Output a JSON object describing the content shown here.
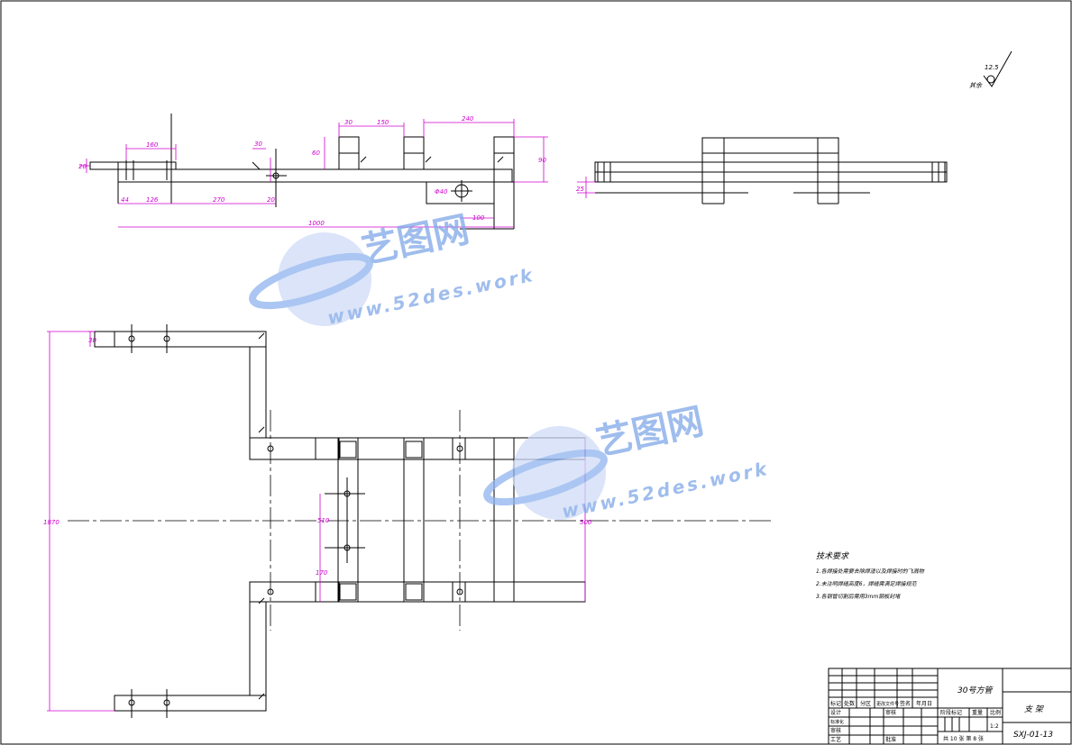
{
  "surface_finish": {
    "value": "12.5",
    "prefix": "其余"
  },
  "dimensions": {
    "front_view": [
      "160",
      "30",
      "150",
      "240",
      "30",
      "60",
      "90",
      "20",
      "44",
      "126",
      "270",
      "20",
      "1000",
      "100"
    ],
    "front_view_hole": "Φ40",
    "side_view": [
      "25"
    ],
    "plan_view": [
      "30",
      "1870",
      "510",
      "500",
      "170"
    ]
  },
  "technical_requirements": {
    "title": "技术要求",
    "items": [
      "1.各焊接处需要去除焊渣以及焊接时的飞溅物",
      "2.未注明焊缝高度6，焊缝需满足焊接规范",
      "3.各钢管切割后需用3mm钢板封堵"
    ]
  },
  "title_block": {
    "material": "30号方管",
    "part_name": "支 架",
    "drawing_number": "SXJ-01-13",
    "scale": "1:2",
    "sheet_info": "共 10 张    第 8 张",
    "headers": [
      "标记",
      "处数",
      "分区",
      "更改文件号",
      "签名",
      "年月日"
    ],
    "row_labels": [
      "设计",
      "标准化",
      "审核",
      "工艺"
    ],
    "mid_labels": [
      "审核",
      "批准"
    ],
    "stage_labels": [
      "阶段标记",
      "重量",
      "比例"
    ]
  },
  "watermark": {
    "text": "艺图网",
    "url": "www.52des.work"
  }
}
